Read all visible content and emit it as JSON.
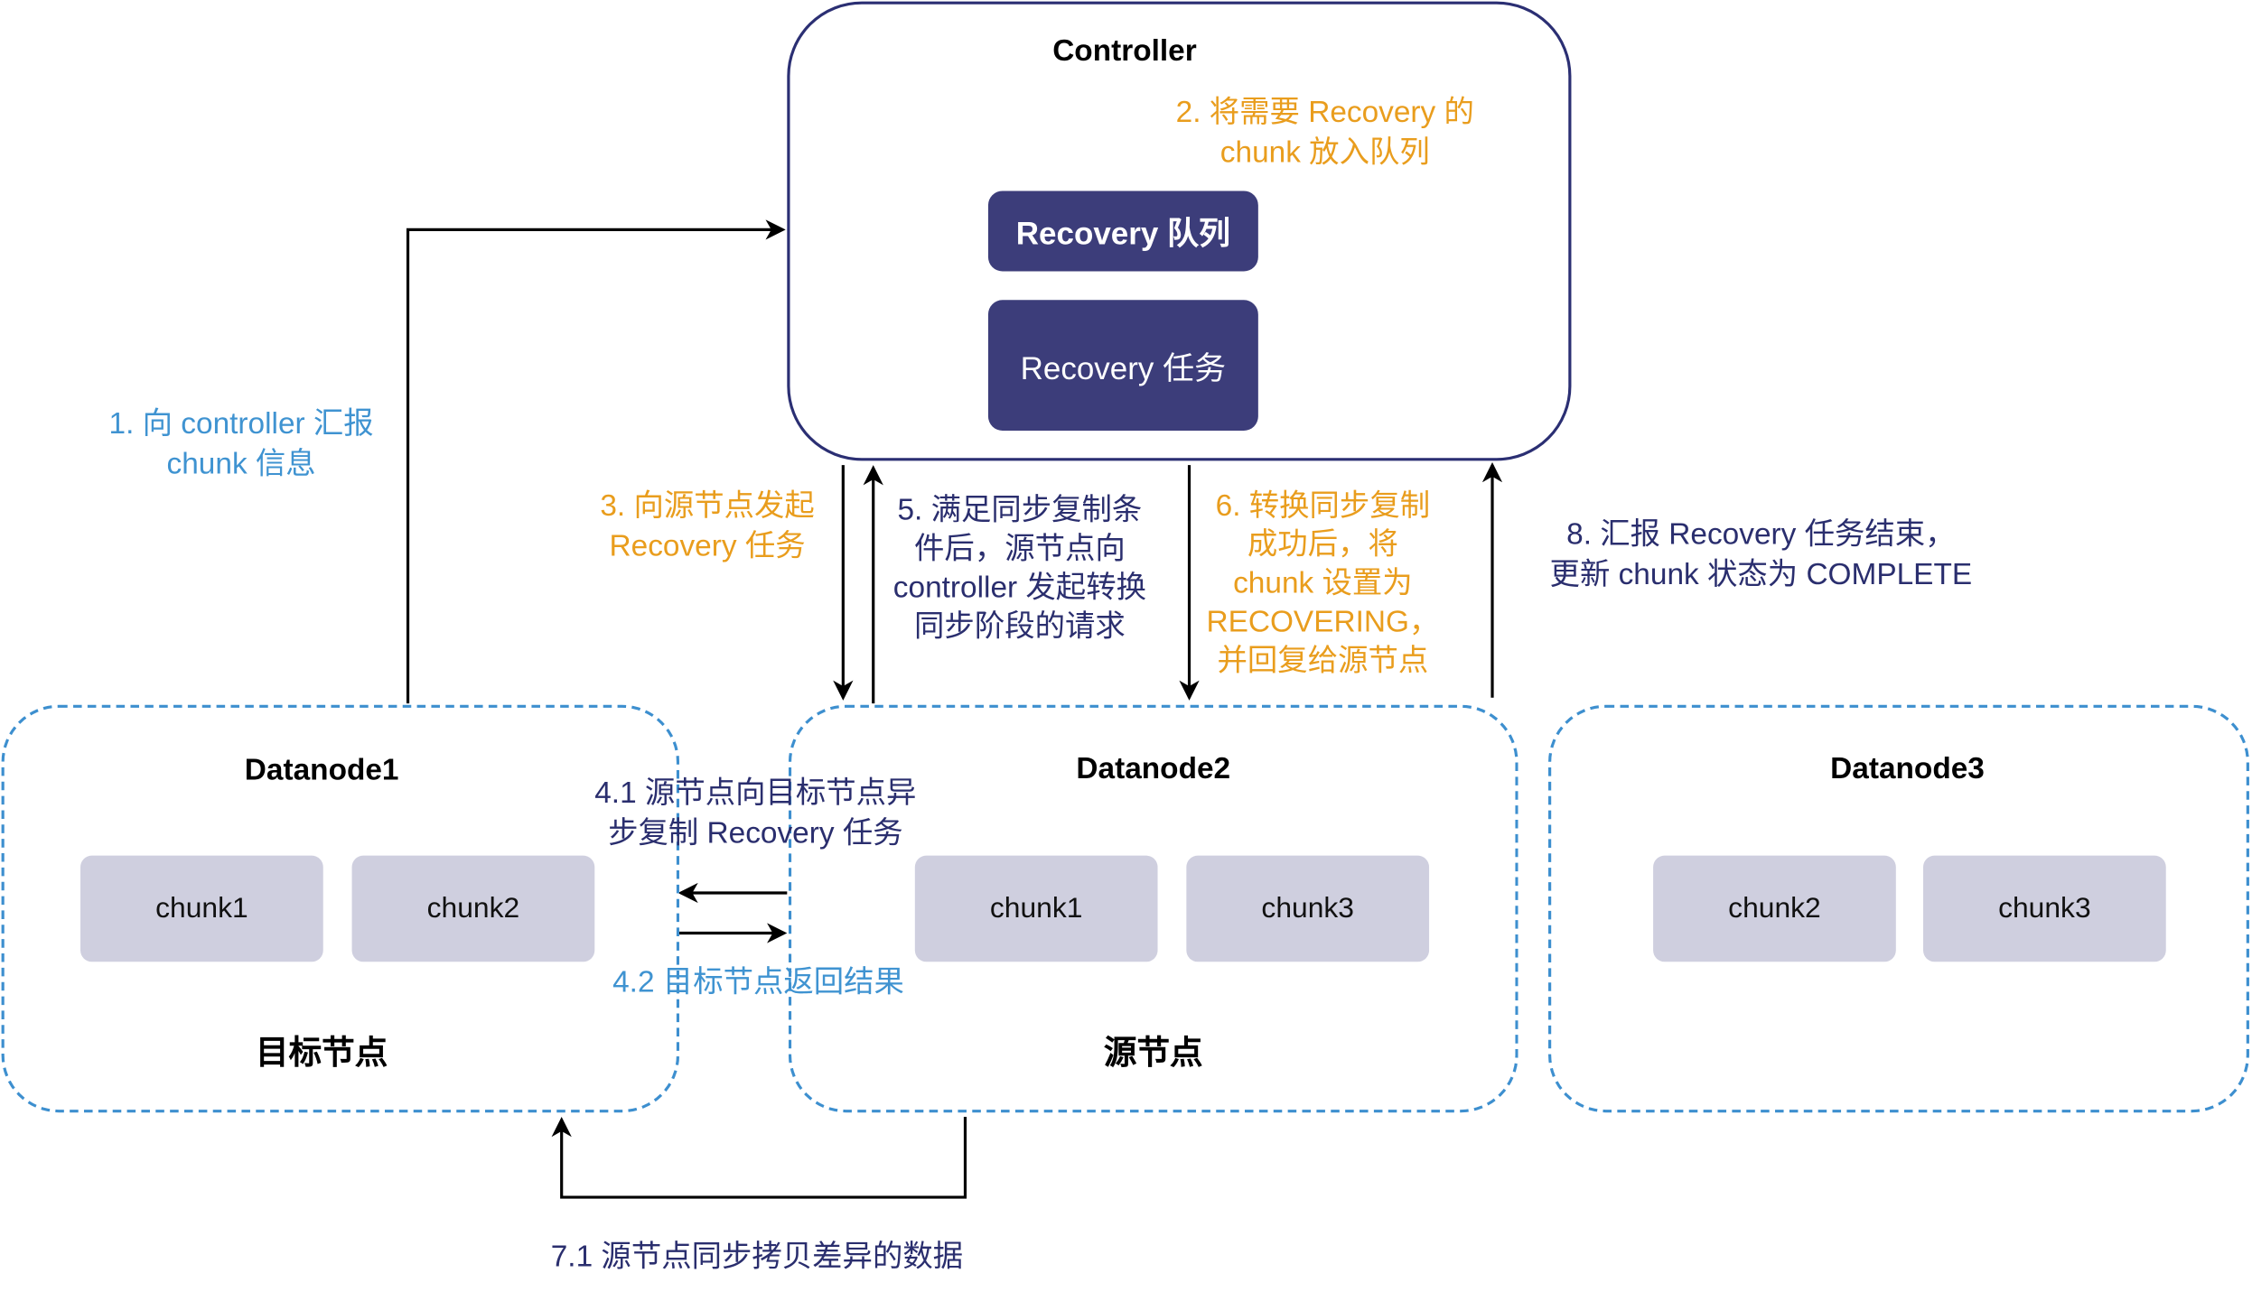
{
  "controller": {
    "title": "Controller",
    "queue_label": "Recovery 队列",
    "task_label": "Recovery 任务"
  },
  "datanodes": [
    {
      "title": "Datanode1",
      "role": "目标节点",
      "chunks": [
        "chunk1",
        "chunk2"
      ]
    },
    {
      "title": "Datanode2",
      "role": "源节点",
      "chunks": [
        "chunk1",
        "chunk3"
      ]
    },
    {
      "title": "Datanode3",
      "role": "",
      "chunks": [
        "chunk2",
        "chunk3"
      ]
    }
  ],
  "steps": {
    "step1": "1. 向 controller 汇报\nchunk 信息",
    "step2": "2. 将需要 Recovery 的\nchunk 放入队列",
    "step3": "3. 向源节点发起\nRecovery 任务",
    "step4_1": "4.1 源节点向目标节点异\n步复制 Recovery 任务",
    "step4_2": "4.2 目标节点返回结果",
    "step5": "5. 满足同步复制条\n件后，源节点向\ncontroller 发起转换\n同步阶段的请求",
    "step6": "6. 转换同步复制\n成功后，将\nchunk 设置为\nRECOVERING，\n并回复给源节点",
    "step7_1": "7.1 源节点同步拷贝差异的数据",
    "step8": "8. 汇报 Recovery 任务结束，\n更新 chunk 状态为 COMPLETE"
  },
  "colors": {
    "navy": "#2a2e6e",
    "box_fill": "#3c3d7a",
    "orange": "#e99d1d",
    "blue": "#3f93d1",
    "chunk_fill": "#cfcfdf",
    "dashed_border": "#3d8fcf"
  }
}
